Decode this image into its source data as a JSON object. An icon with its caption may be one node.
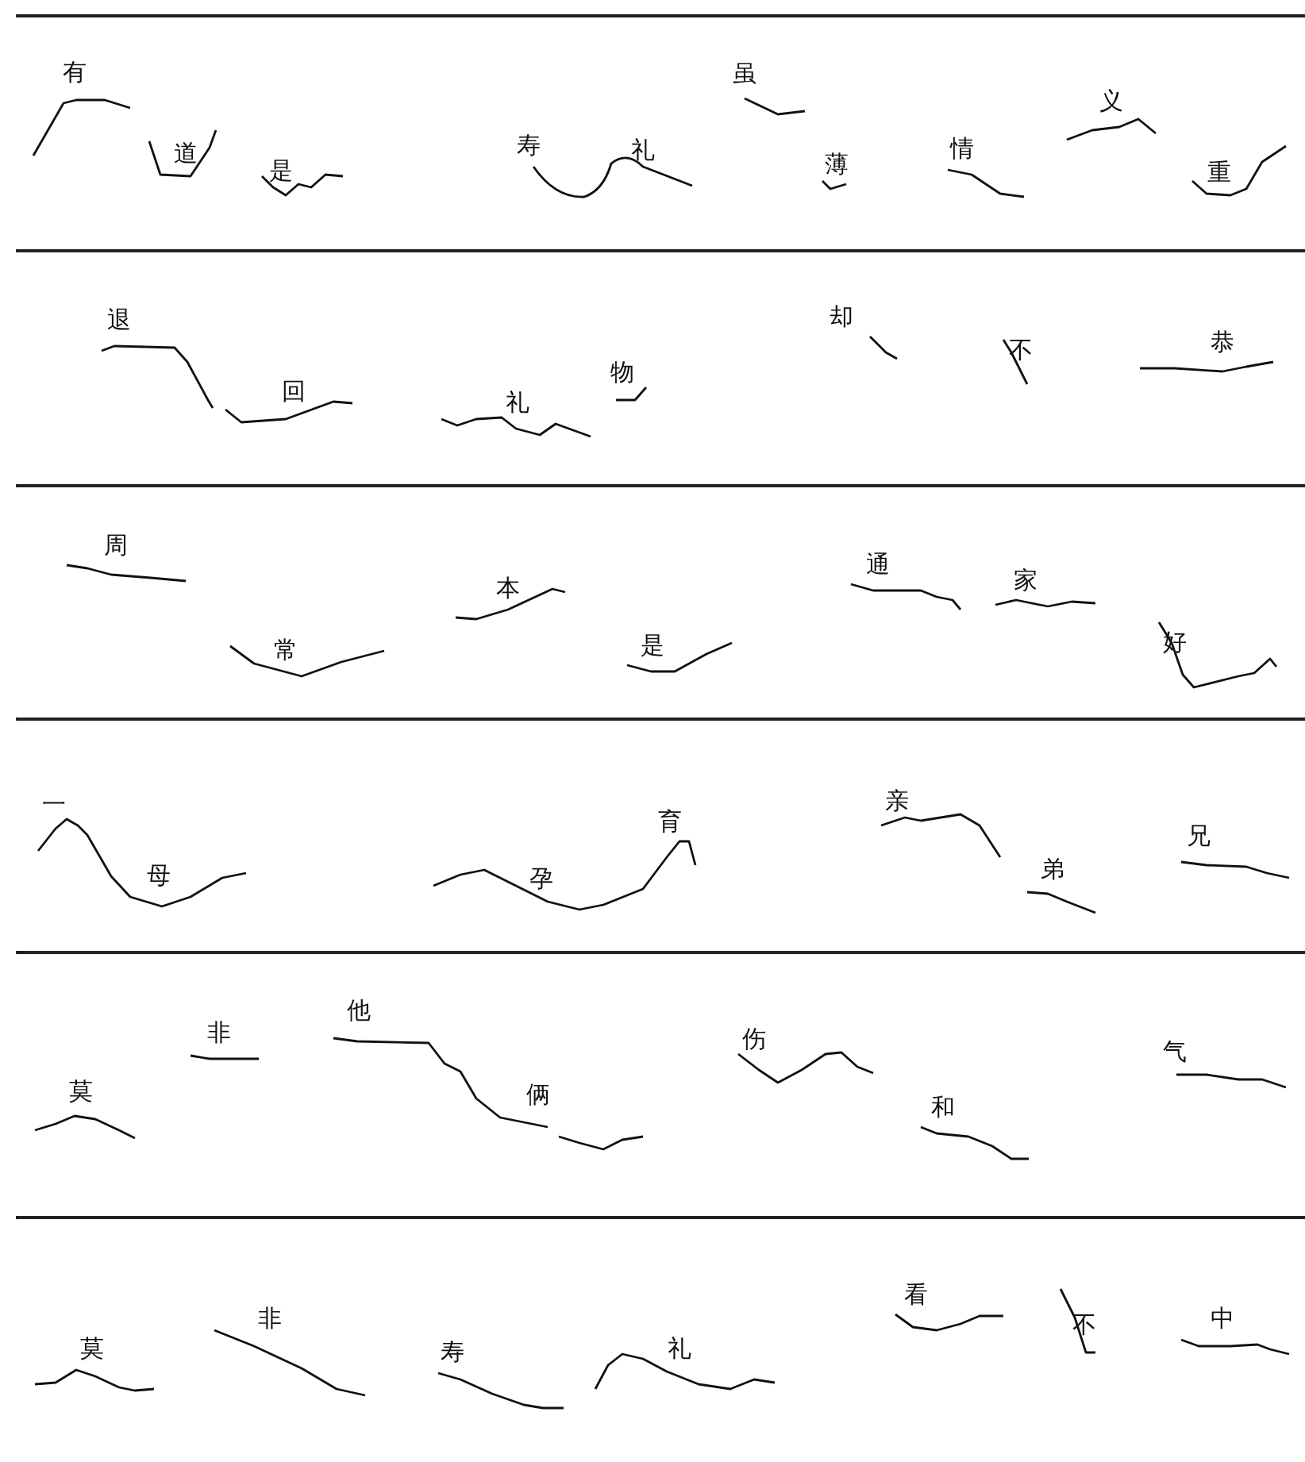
{
  "diagram": {
    "labels": [
      "有",
      "道",
      "是",
      "寿",
      "礼",
      "虽",
      "薄",
      "情",
      "义",
      "重",
      "退",
      "回",
      "礼",
      "物",
      "却",
      "不",
      "恭",
      "周",
      "常",
      "本",
      "是",
      "通",
      "家",
      "好",
      "一",
      "母",
      "孕",
      "育",
      "亲",
      "弟",
      "兄",
      "莫",
      "非",
      "他",
      "俩",
      "伤",
      "和",
      "气",
      "莫",
      "非",
      "寿",
      "礼",
      "看",
      "不",
      "中"
    ]
  }
}
